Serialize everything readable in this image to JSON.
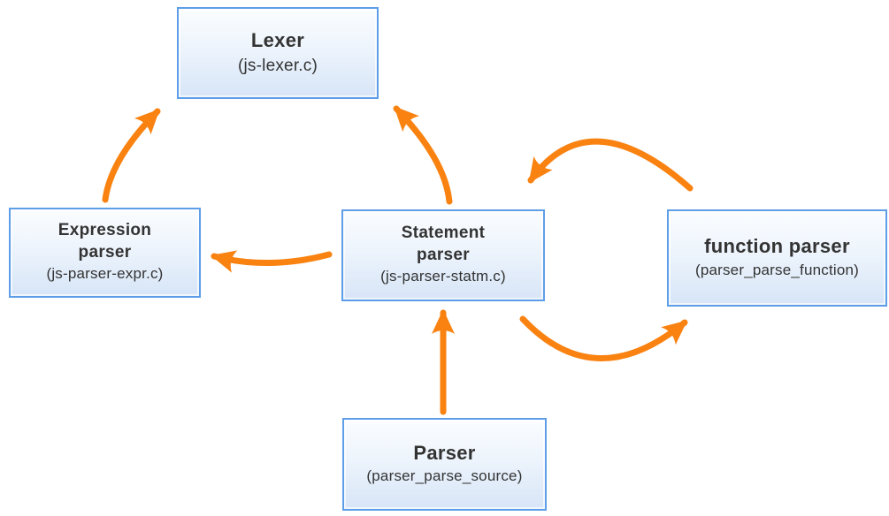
{
  "diagram": {
    "nodes": [
      {
        "id": "lexer",
        "title": "Lexer",
        "subtitle": "(js-lexer.c)"
      },
      {
        "id": "expression-parser",
        "title": "Expression\nparser",
        "subtitle": "(js-parser-expr.c)"
      },
      {
        "id": "statement-parser",
        "title": "Statement\nparser",
        "subtitle": "(js-parser-statm.c)"
      },
      {
        "id": "function-parser",
        "title": "function parser",
        "subtitle": "(parser_parse_function)"
      },
      {
        "id": "parser",
        "title": "Parser",
        "subtitle": "(parser_parse_source)"
      }
    ],
    "edges": [
      {
        "from": "expression-parser",
        "to": "lexer"
      },
      {
        "from": "statement-parser",
        "to": "lexer"
      },
      {
        "from": "statement-parser",
        "to": "expression-parser"
      },
      {
        "from": "statement-parser",
        "to": "function-parser"
      },
      {
        "from": "function-parser",
        "to": "statement-parser"
      },
      {
        "from": "parser",
        "to": "statement-parser"
      }
    ],
    "colors": {
      "arrow": "#F98211",
      "box_border": "#5E9EE8",
      "box_fill_top": "#FBFDFF",
      "box_fill_bottom": "#D7E5F7",
      "text": "#333333"
    }
  }
}
